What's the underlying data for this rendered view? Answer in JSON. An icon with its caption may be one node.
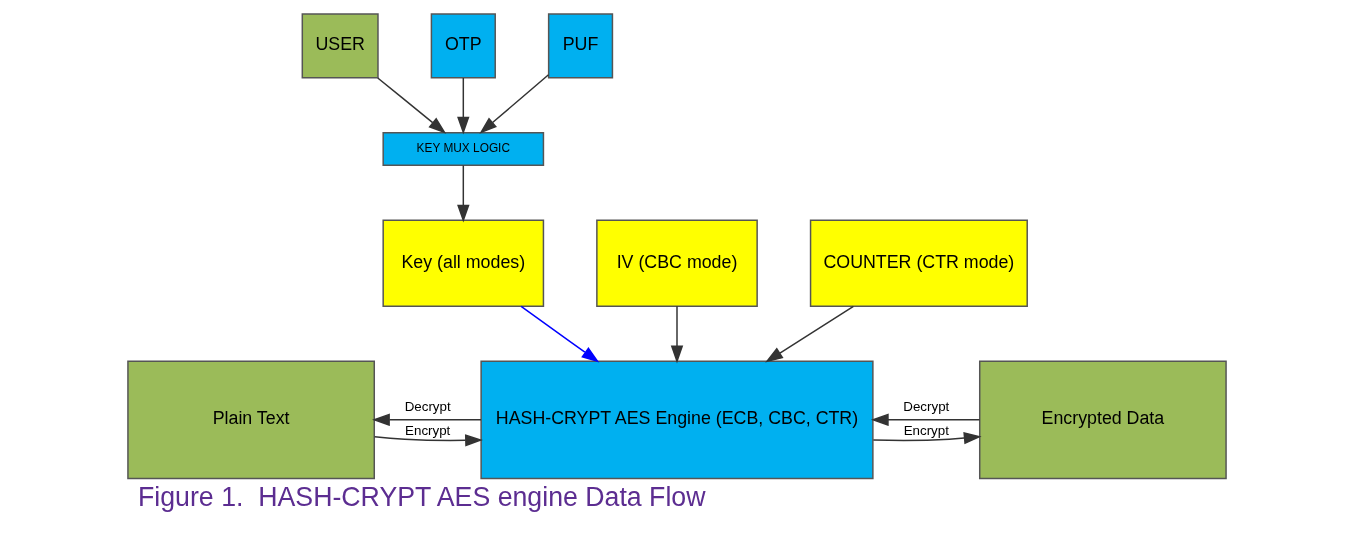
{
  "diagram": {
    "caption": "Figure 1.  HASH-CRYPT AES engine Data Flow",
    "nodes": [
      {
        "text": [
          "Plain Text"
        ]
      },
      {
        "text": [
          "HASH-CRYPT AES Engine (ECB, CBC, CTR)"
        ]
      },
      {
        "text": [
          "Encrypted Data"
        ]
      },
      {
        "text": [
          "Key (all modes)"
        ]
      },
      {
        "text": [
          "IV (CBC mode)"
        ]
      },
      {
        "text": [
          "COUNTER (CTR mode)"
        ]
      },
      {
        "text": [
          "KEY MUX LOGIC"
        ]
      },
      {
        "text": [
          "USER"
        ]
      },
      {
        "text": [
          "OTP"
        ]
      },
      {
        "text": [
          "PUF"
        ]
      }
    ],
    "edges": [
      {
        "from": 0,
        "to": 1,
        "arrow": "to",
        "label": "Encrypt"
      },
      {
        "from": 1,
        "to": 0,
        "arrow": "to",
        "label": "Decrypt"
      },
      {
        "from": 1,
        "to": 2,
        "arrow": "to",
        "label": "Encrypt"
      },
      {
        "from": 2,
        "to": 1,
        "arrow": "to",
        "label": "Decrypt"
      },
      {
        "from": 3,
        "to": 1,
        "arrow": "to",
        "color": "#0000ff"
      },
      {
        "from": 4,
        "to": 1,
        "arrow": "to"
      },
      {
        "from": 5,
        "to": 1,
        "arrow": "to"
      },
      {
        "from": 6,
        "to": 3,
        "arrow": "to"
      },
      {
        "from": 7,
        "to": 6,
        "arrow": "to"
      },
      {
        "from": 8,
        "to": 6,
        "arrow": "to"
      },
      {
        "from": 9,
        "to": 6,
        "arrow": "to"
      }
    ]
  }
}
